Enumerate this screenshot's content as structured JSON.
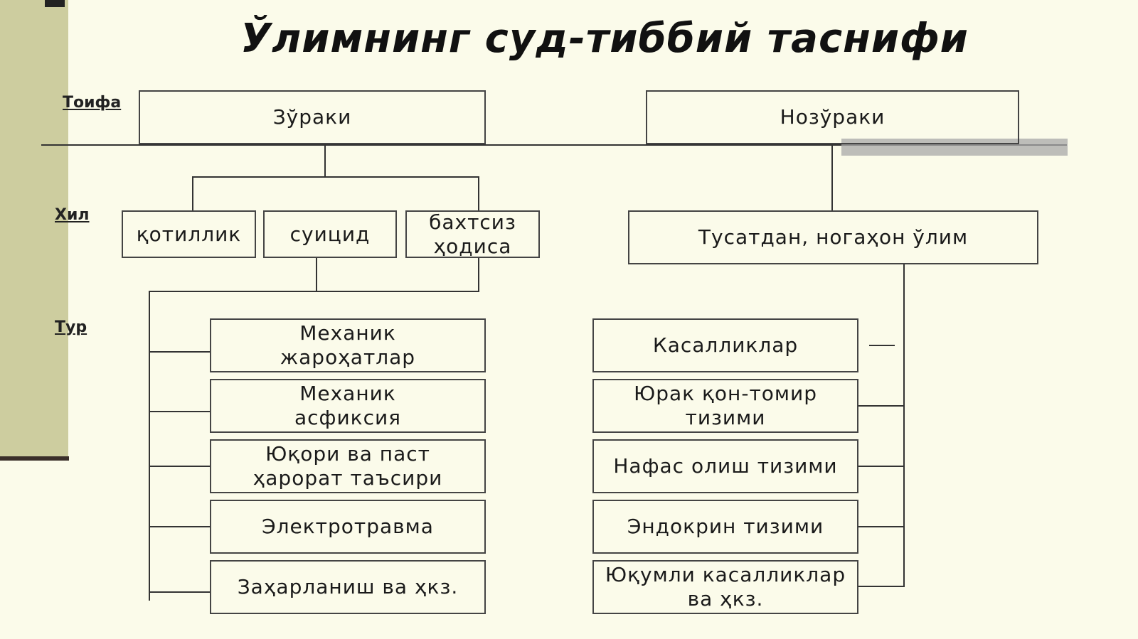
{
  "title": "Ўлимнинг суд-тиббий таснифи",
  "row_labels": {
    "category": "Тоифа",
    "kind": "Хил",
    "type": "Тур"
  },
  "categories": {
    "violent": "Зўраки",
    "nonviolent": "Нозўраки"
  },
  "kinds": {
    "homicide": "қотиллик",
    "suicide": "суицид",
    "accident": "бахтсиз\nҳодиса",
    "sudden": "Тусатдан, ногаҳон ўлим"
  },
  "violent_types": [
    "Механик\nжароҳатлар",
    "Механик\nасфиксия",
    "Юқори ва паст\nҳарорат таъсири",
    "Электротравма",
    "Заҳарланиш ва ҳкз."
  ],
  "nonviolent_types": [
    "Касалликлар",
    "Юрак қон-томир\nтизими",
    "Нафас олиш  тизими",
    "Эндокрин тизими",
    "Юқумли касалликлар\nва ҳкз."
  ]
}
